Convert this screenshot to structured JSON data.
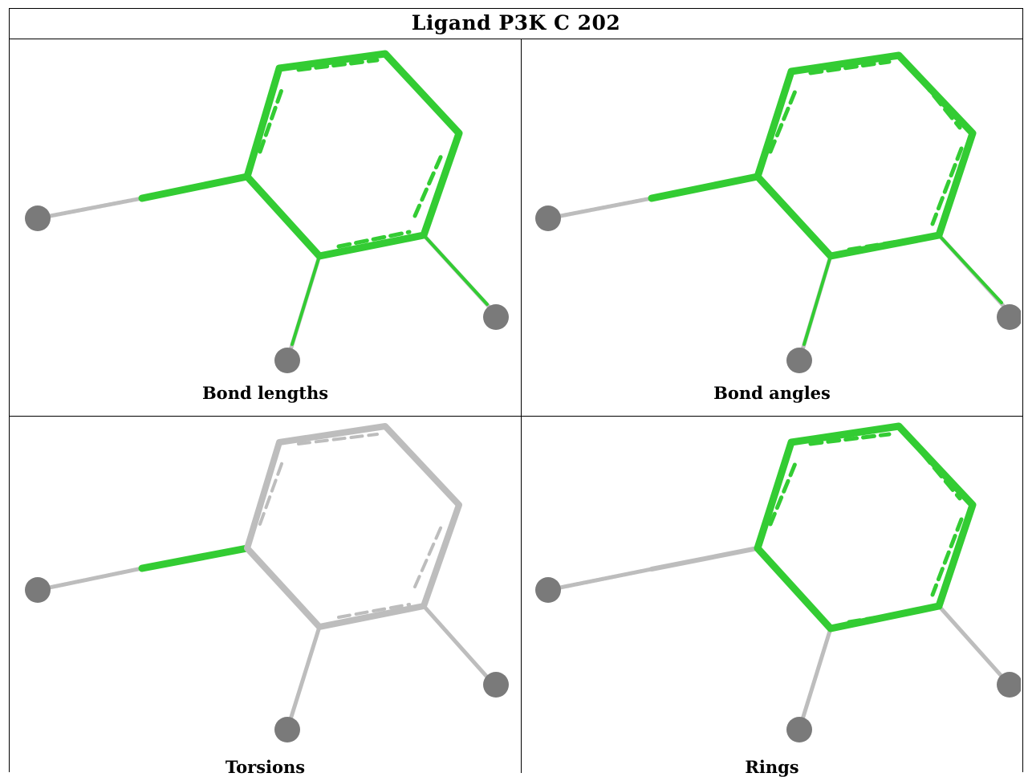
{
  "title": "Ligand P3K C 202",
  "panels": [
    {
      "caption": "Bond lengths"
    },
    {
      "caption": "Bond angles"
    },
    {
      "caption": "Torsions"
    },
    {
      "caption": "Rings"
    }
  ],
  "colors": {
    "highlight": "#33cc33",
    "neutral": "#bdbdbd",
    "atom": "#7a7a7a",
    "border": "#000000"
  }
}
